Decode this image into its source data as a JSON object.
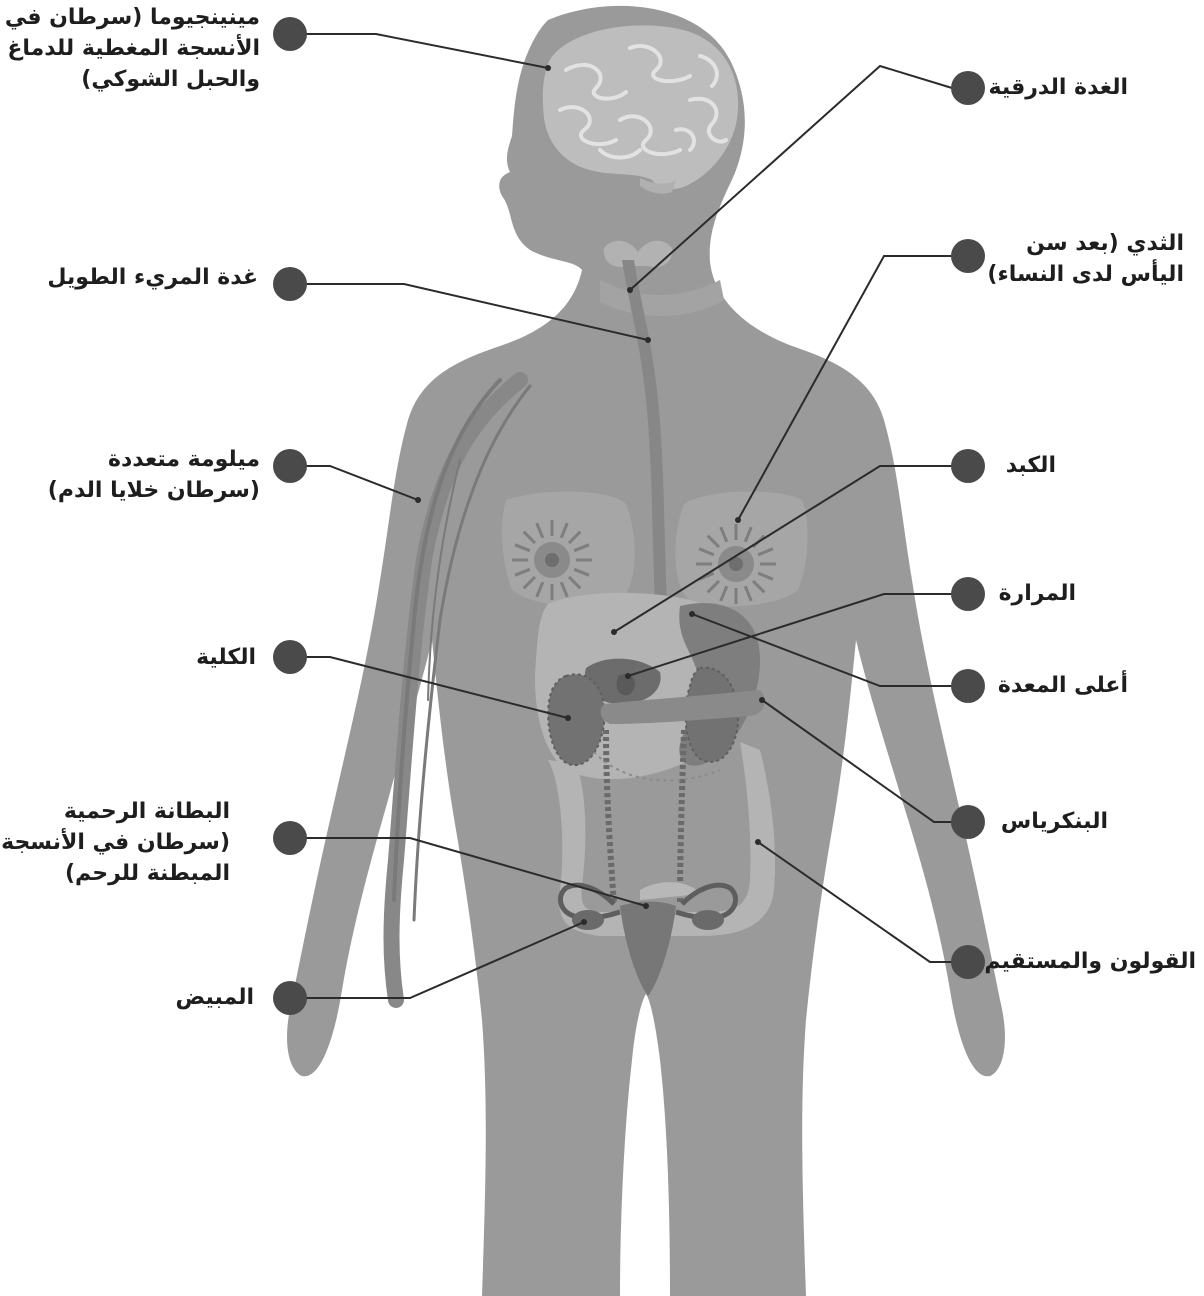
{
  "colors": {
    "background": "#ffffff",
    "body": "#9a9a9a",
    "body_shadow": "#8e8e8e",
    "organ_light": "#b9b9b9",
    "organ_mid": "#838383",
    "organ_dark": "#6b6b6b",
    "marker": "#4a4a4a",
    "leader_line": "#2b2b2b",
    "text": "#1e1e1e"
  },
  "labels": {
    "meningioma": [
      "مينينجيوما (سرطان في",
      "الأنسجة المغطية للدماغ",
      "والحبل الشوكي)"
    ],
    "esophagus": [
      "غدة المريء الطويل"
    ],
    "myeloma": [
      "ميلومة متعددة",
      "(سرطان خلايا الدم)"
    ],
    "kidney": [
      "الكلية"
    ],
    "endometrium": [
      "البطانة الرحمية",
      "(سرطان في الأنسجة",
      "المبطنة للرحم)"
    ],
    "ovary": [
      "المبيض"
    ],
    "thyroid": [
      "الغدة الدرقية"
    ],
    "breast": [
      "الثدي (بعد سن",
      "اليأس لدى النساء)"
    ],
    "liver": [
      "الكبد"
    ],
    "gallbladder": [
      "المرارة"
    ],
    "upper_stomach": [
      "أعلى المعدة"
    ],
    "pancreas": [
      "البنكرياس"
    ],
    "colon_rectum": [
      "القولون والمستقيم"
    ]
  },
  "icons": {
    "marker": "filled-circle-marker",
    "brain": "brain-icon",
    "ovary": "ovary-icon"
  }
}
